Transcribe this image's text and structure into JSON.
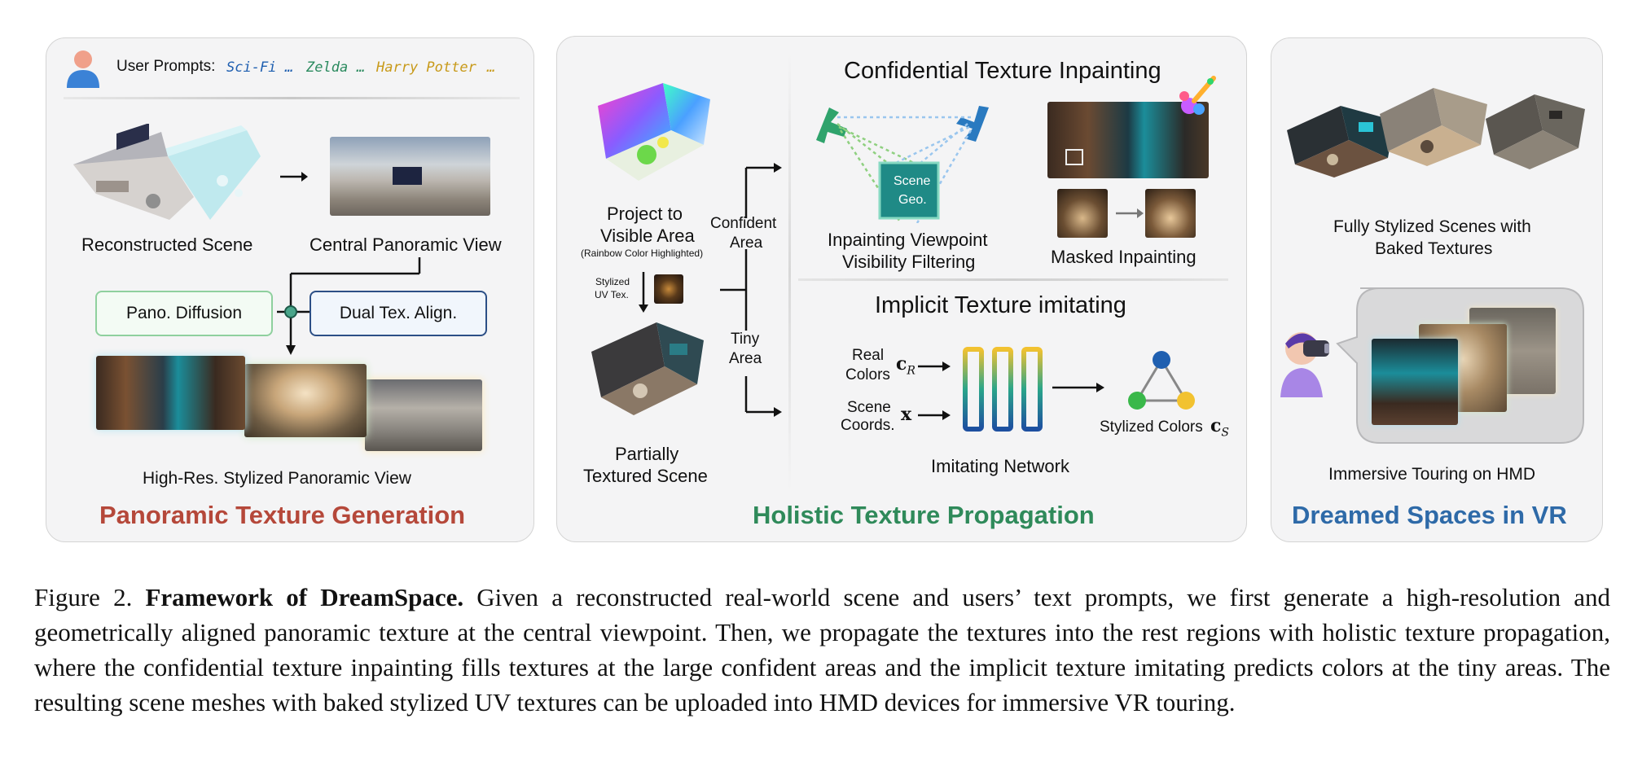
{
  "left_panel": {
    "prompt_label": "User Prompts:",
    "prompts": [
      "Sci-Fi",
      "…",
      "Zelda",
      "…",
      "Harry Potter",
      "…"
    ],
    "prompt_colors": [
      "#1f5fb0",
      "#2a8a5e",
      "#c89a1a"
    ],
    "reconstructed_scene": "Reconstructed Scene",
    "central_view": "Central Panoramic View",
    "pano_diffusion": "Pano. Diffusion",
    "dual_tex_align": "Dual Tex. Align.",
    "high_res_view": "High-Res. Stylized Panoramic View",
    "title": "Panoramic Texture Generation"
  },
  "middle_panel": {
    "project_line1": "Project to",
    "project_line2": "Visible Area",
    "rainbow_note": "(Rainbow Color Highlighted)",
    "stylized_uv_line1": "Stylized",
    "stylized_uv_line2": "UV Tex.",
    "confident_line1": "Confident",
    "confident_line2": "Area",
    "tiny_line1": "Tiny",
    "tiny_line2": "Area",
    "partial_line1": "Partially",
    "partial_line2": "Textured Scene",
    "inpainting_title": "Confidential Texture Inpainting",
    "scene_geo_line1": "Scene",
    "scene_geo_line2": "Geo.",
    "viewpoint_line1": "Inpainting Viewpoint",
    "viewpoint_line2": "Visibility Filtering",
    "masked_inpainting": "Masked Inpainting",
    "imitating_title": "Implicit Texture imitating",
    "real_colors_line1": "Real",
    "real_colors_line2": "Colors",
    "c_r_symbol": "c",
    "c_r_sub": "R",
    "scene_coords_line1": "Scene",
    "scene_coords_line2": "Coords.",
    "x_symbol": "x",
    "imitating_network": "Imitating Network",
    "stylized_colors": "Stylized Colors",
    "c_s_symbol": "c",
    "c_s_sub": "S",
    "title": "Holistic Texture Propagation"
  },
  "right_panel": {
    "fully_line1": "Fully Stylized Scenes with",
    "fully_line2": "Baked Textures",
    "immersive": "Immersive Touring on HMD",
    "title": "Dreamed Spaces in VR"
  },
  "caption": {
    "label": "Figure 2.",
    "bold": "Framework of DreamSpace.",
    "text": "Given a reconstructed real-world scene and users’ text prompts, we first generate a high-resolution and geometrically aligned panoramic texture at the central viewpoint. Then, we propagate the textures into the rest regions with holistic texture propagation, where the confidential texture inpainting fills textures at the large confident areas and the implicit texture imitating predicts colors at the tiny areas. The resulting scene meshes with baked stylized UV textures can be uploaded into HMD devices for immersive VR touring."
  },
  "colors": {
    "panel_bg": "#f4f4f5",
    "title_red": "#b5483a",
    "title_green": "#2f8a5a",
    "title_blue": "#2e6aa8",
    "scene_geo": "#1f8a86"
  }
}
